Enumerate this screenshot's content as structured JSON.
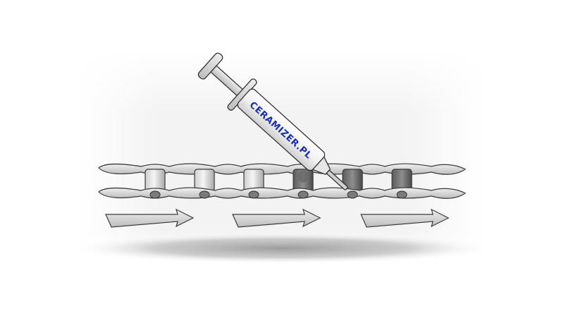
{
  "syringe": {
    "brand_label": "CERAMIZER.PL"
  },
  "colors": {
    "brand_text": "#1a2fb0",
    "metal_light": "#e4e4e4",
    "metal_mid": "#c8c8c8",
    "metal_dark": "#8a8a8a",
    "lubricated_roller": "#6f6f6f",
    "outline": "#333333",
    "arrow_fill": "#d9d9d9",
    "shadow": "#9a9a9a",
    "backdrop": "#f2f2f2"
  },
  "illustration": {
    "subject": "roller-chain",
    "direction_arrows": 3,
    "lubricated_links": 3
  }
}
